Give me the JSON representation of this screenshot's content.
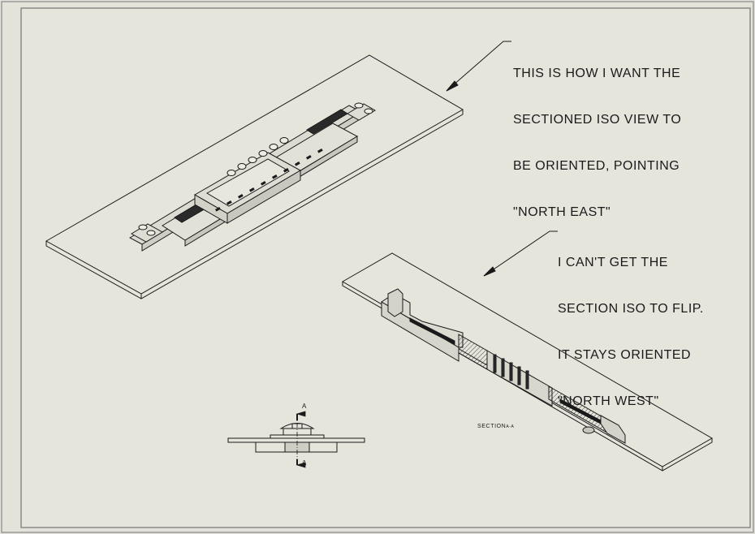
{
  "notes": {
    "note1": {
      "lines": [
        "THIS IS HOW I WANT THE",
        "SECTIONED ISO VIEW TO",
        "BE ORIENTED, POINTING",
        "\"NORTH EAST\""
      ]
    },
    "note2": {
      "lines": [
        "I CAN'T GET THE",
        "SECTION ISO TO FLIP.",
        "IT STAYS ORIENTED",
        "\"NORTH WEST\""
      ]
    }
  },
  "section_view": {
    "label": "SECTION",
    "label_suffix": "A-A"
  },
  "section_line": {
    "top_letter": "A",
    "bottom_letter": "A"
  },
  "colors": {
    "background": "#e4e3da",
    "line": "#1a1a1a",
    "border": "#8a8a8a"
  }
}
